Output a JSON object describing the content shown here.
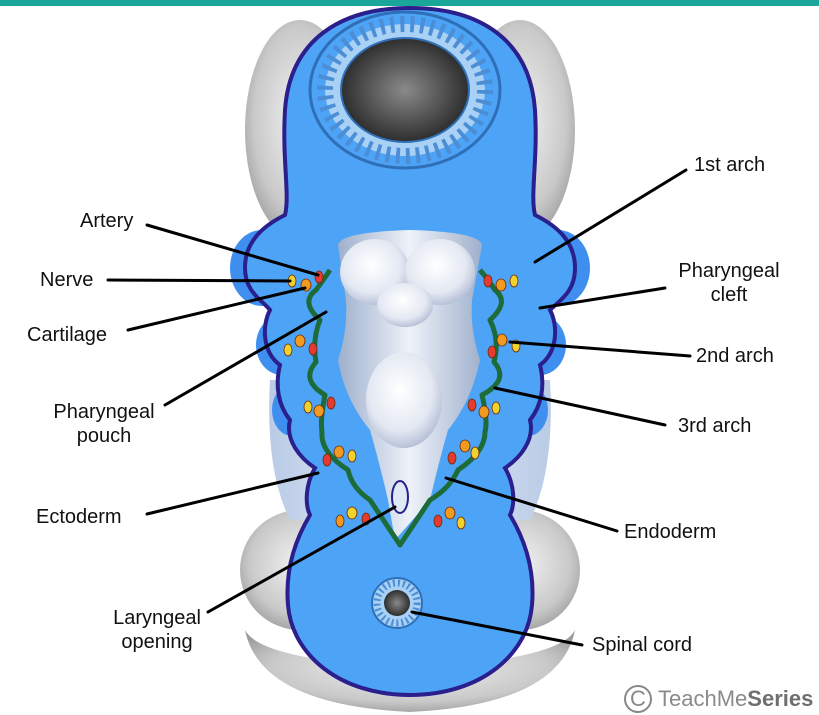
{
  "labels": {
    "artery": "Artery",
    "nerve": "Nerve",
    "cartilage": "Cartilage",
    "pharyngeal_pouch_1": "Pharyngeal",
    "pharyngeal_pouch_2": "pouch",
    "ectoderm": "Ectoderm",
    "laryngeal_opening_1": "Laryngeal",
    "laryngeal_opening_2": "opening",
    "first_arch": "1st arch",
    "pharyngeal_cleft_1": "Pharyngeal",
    "pharyngeal_cleft_2": "cleft",
    "second_arch": "2nd arch",
    "third_arch": "3rd arch",
    "endoderm": "Endoderm",
    "spinal_cord": "Spinal cord"
  },
  "watermark": {
    "logo": "C",
    "brand_light": "TeachMe",
    "brand_bold": "Series"
  },
  "colors": {
    "mesoderm": "#4da3f5",
    "outline": "#2a1f8c",
    "endoderm_line": "#1e6b3a",
    "artery": "#e53b2e",
    "nerve": "#f2d22a",
    "cartilage": "#f29a1f",
    "accent": "#1aa79a"
  }
}
